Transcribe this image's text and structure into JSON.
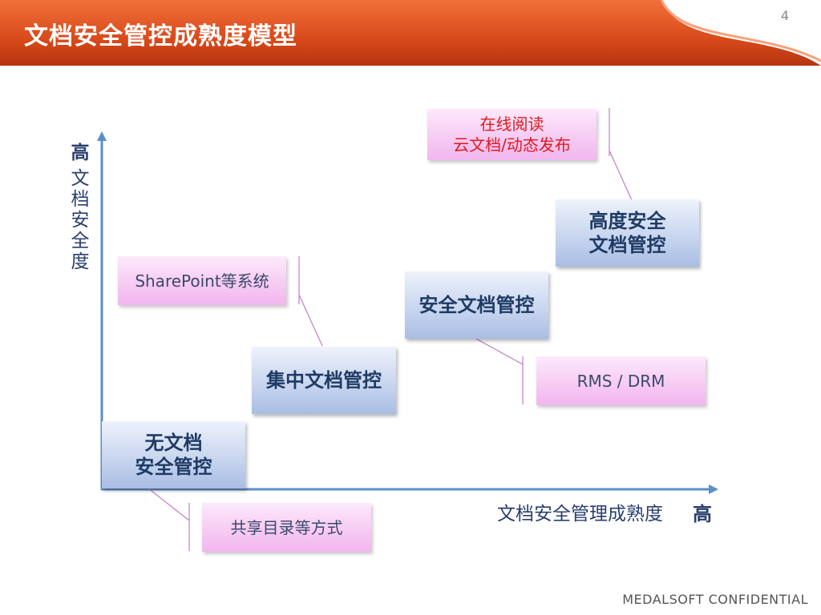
{
  "header": {
    "title": "文档安全管控成熟度模型",
    "page_number": "4"
  },
  "axes": {
    "y_high": "高",
    "y_label": "文\n档\n安\n全\n度",
    "x_label": "文档安全管理成熟度",
    "x_high": "高"
  },
  "stages": [
    {
      "label": "无文档\n安全管控"
    },
    {
      "label": "集中文档管控"
    },
    {
      "label": "安全文档管控"
    },
    {
      "label": "高度安全\n文档管控"
    }
  ],
  "notes": [
    {
      "label": "共享目录等方式"
    },
    {
      "label": "SharePoint等系统"
    },
    {
      "label": "RMS / DRM"
    },
    {
      "label": "在线阅读\n云文档/动态发布"
    }
  ],
  "footer": {
    "text": "MEDALSOFT CONFIDENTIAL"
  },
  "colors": {
    "header": "#d84a1a",
    "axis": "#5b8fc7",
    "stage_text": "#1f3b64",
    "note_red": "#e01a1a"
  }
}
